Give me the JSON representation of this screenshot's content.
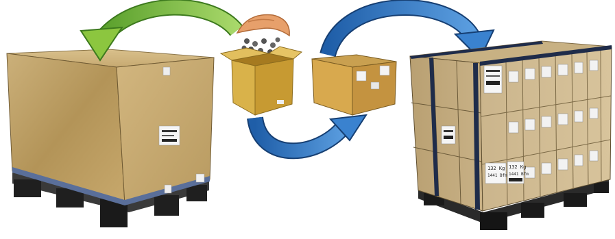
{
  "labels": {
    "weight_a": "132 Kg",
    "weight_b": "132 Kg",
    "sub_a": "1441 Bfm",
    "sub_b": "1441 Bfm"
  },
  "colors": {
    "green_arrow": "#8cc63f",
    "blue_arrow": "#2e6fbe",
    "cardboard": "#c9a96a",
    "pallet": "#2b2b2b",
    "strap": "#1f2c4a"
  },
  "icons": [
    "bulk-pallet-box",
    "arrow-green",
    "hand-scoop",
    "fastener-parts",
    "small-open-box",
    "closed-carton",
    "arrow-blue",
    "palletized-cartons"
  ]
}
